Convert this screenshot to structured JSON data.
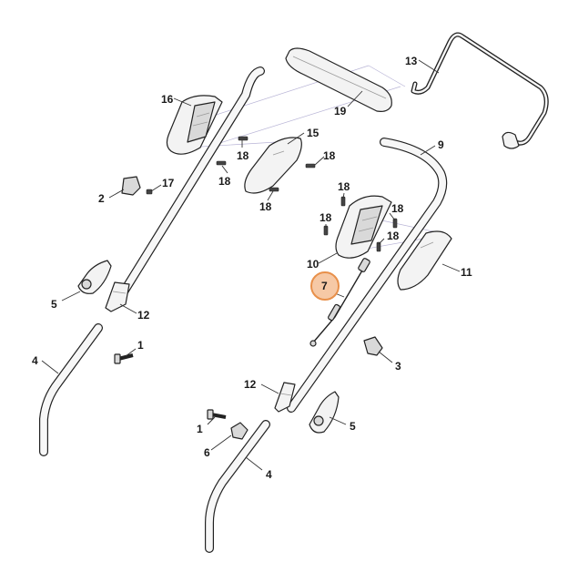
{
  "labels": {
    "p1": "1",
    "p2": "2",
    "p3": "3",
    "p4": "4",
    "p5": "5",
    "p6": "6",
    "p7": "7",
    "p9": "9",
    "p10": "10",
    "p11": "11",
    "p12": "12",
    "p13": "13",
    "p15": "15",
    "p16": "16",
    "p17": "17",
    "p18": "18",
    "p19": "19"
  },
  "colors": {
    "highlight_fill": "#f6c9a6",
    "highlight_stroke": "#e8904a"
  }
}
